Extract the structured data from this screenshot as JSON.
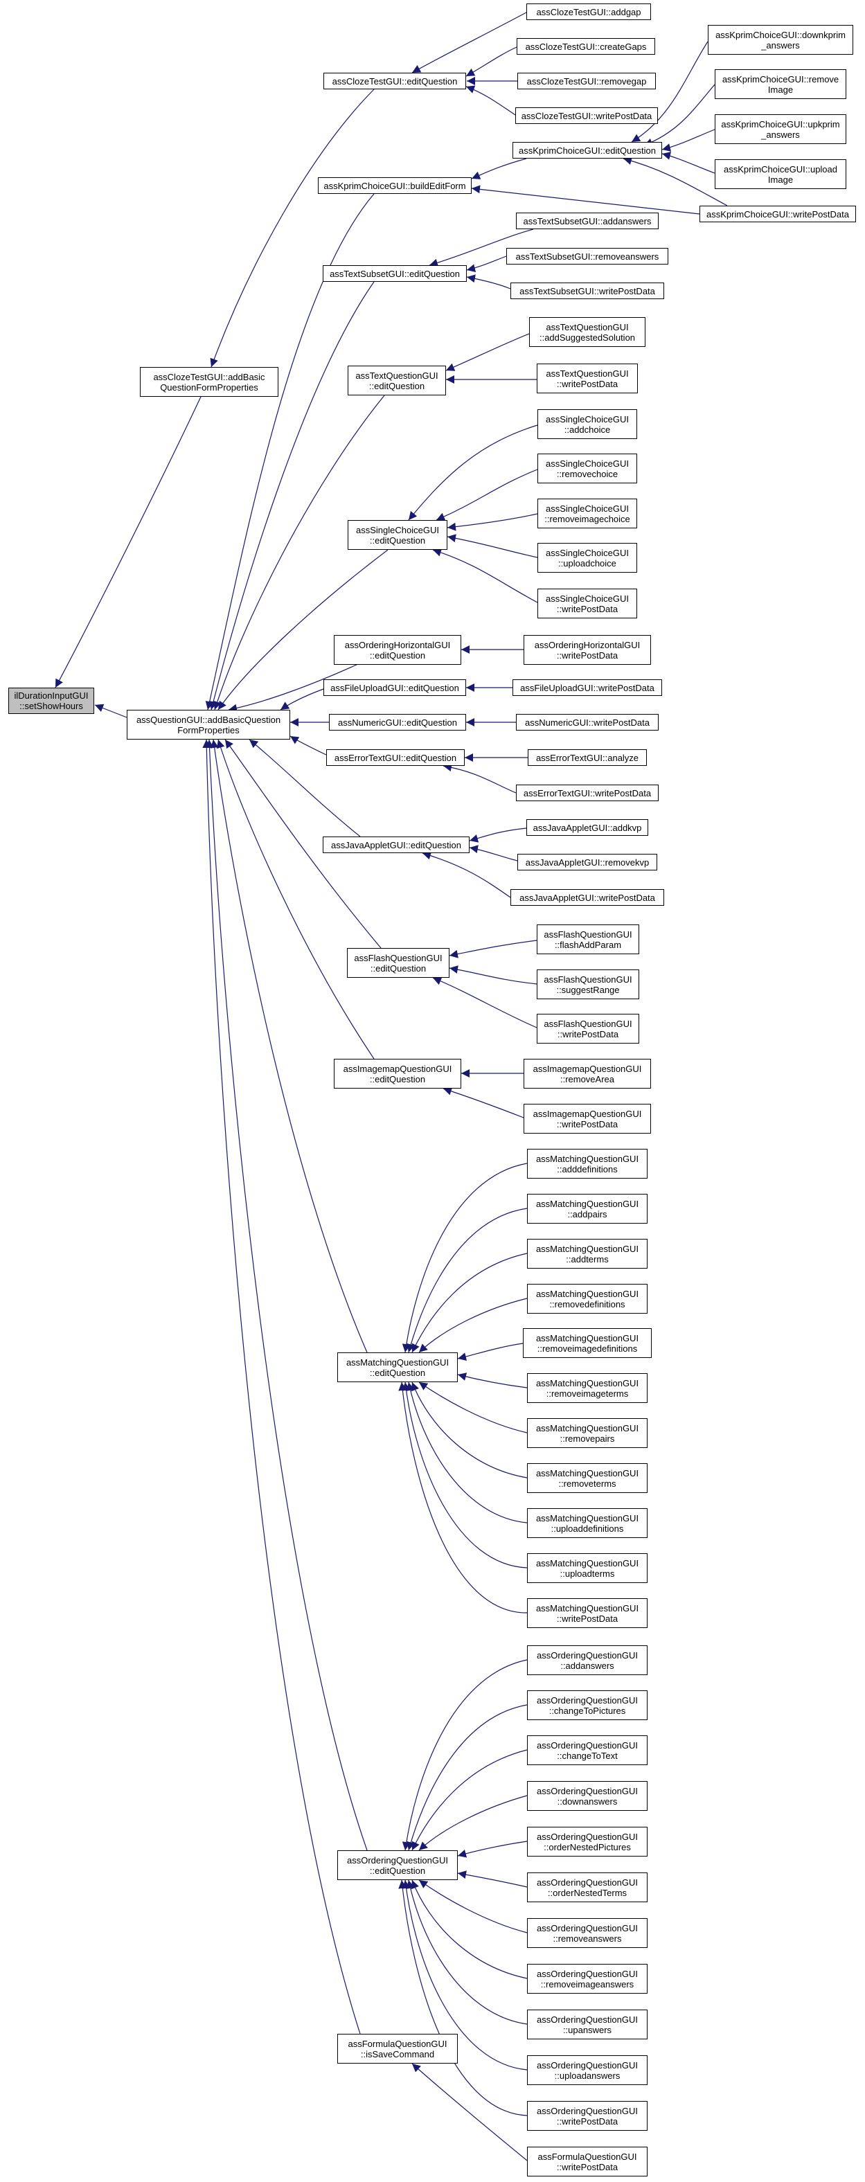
{
  "colors": {
    "edge": "#191970",
    "node_border": "#000000",
    "root_fill": "#bfbfbf",
    "node_fill": "#ffffff"
  },
  "nodes": {
    "n1": "ilDurationInputGUI\n::setShowHours",
    "n2": "assQuestionGUI::addBasicQuestion\nFormProperties",
    "n3": "assClozeTestGUI::addBasic\nQuestionFormProperties",
    "n4": "assClozeTestGUI::editQuestion",
    "n5": "assClozeTestGUI::addgap",
    "n6": "assClozeTestGUI::createGaps",
    "n7": "assClozeTestGUI::removegap",
    "n8": "assClozeTestGUI::writePostData",
    "n9": "assKprimChoiceGUI::buildEditForm",
    "n10": "assKprimChoiceGUI::editQuestion",
    "n11": "assKprimChoiceGUI::downkprim\n_answers",
    "n12": "assKprimChoiceGUI::remove\nImage",
    "n13": "assKprimChoiceGUI::upkprim\n_answers",
    "n14": "assKprimChoiceGUI::upload\nImage",
    "n15": "assKprimChoiceGUI::writePostData",
    "n16": "assTextSubsetGUI::editQuestion",
    "n17": "assTextSubsetGUI::addanswers",
    "n18": "assTextSubsetGUI::removeanswers",
    "n19": "assTextSubsetGUI::writePostData",
    "n20": "assTextQuestionGUI\n::editQuestion",
    "n21": "assTextQuestionGUI\n::addSuggestedSolution",
    "n22": "assTextQuestionGUI\n::writePostData",
    "n23": "assSingleChoiceGUI\n::editQuestion",
    "n24": "assSingleChoiceGUI\n::addchoice",
    "n25": "assSingleChoiceGUI\n::removechoice",
    "n26": "assSingleChoiceGUI\n::removeimagechoice",
    "n27": "assSingleChoiceGUI\n::uploadchoice",
    "n28": "assSingleChoiceGUI\n::writePostData",
    "n29": "assOrderingHorizontalGUI\n::editQuestion",
    "n30": "assOrderingHorizontalGUI\n::writePostData",
    "n31": "assFileUploadGUI::editQuestion",
    "n32": "assFileUploadGUI::writePostData",
    "n33": "assNumericGUI::editQuestion",
    "n34": "assNumericGUI::writePostData",
    "n35": "assErrorTextGUI::editQuestion",
    "n36": "assErrorTextGUI::analyze",
    "n37": "assErrorTextGUI::writePostData",
    "n38": "assJavaAppletGUI::editQuestion",
    "n39": "assJavaAppletGUI::addkvp",
    "n40": "assJavaAppletGUI::removekvp",
    "n41": "assJavaAppletGUI::writePostData",
    "n42": "assFlashQuestionGUI\n::editQuestion",
    "n43": "assFlashQuestionGUI\n::flashAddParam",
    "n44": "assFlashQuestionGUI\n::suggestRange",
    "n45": "assFlashQuestionGUI\n::writePostData",
    "n46": "assImagemapQuestionGUI\n::editQuestion",
    "n47": "assImagemapQuestionGUI\n::removeArea",
    "n48": "assImagemapQuestionGUI\n::writePostData",
    "n49": "assMatchingQuestionGUI\n::editQuestion",
    "n50": "assMatchingQuestionGUI\n::adddefinitions",
    "n51": "assMatchingQuestionGUI\n::addpairs",
    "n52": "assMatchingQuestionGUI\n::addterms",
    "n53": "assMatchingQuestionGUI\n::removedefinitions",
    "n54": "assMatchingQuestionGUI\n::removeimagedefinitions",
    "n55": "assMatchingQuestionGUI\n::removeimageterms",
    "n56": "assMatchingQuestionGUI\n::removepairs",
    "n57": "assMatchingQuestionGUI\n::removeterms",
    "n58": "assMatchingQuestionGUI\n::uploaddefinitions",
    "n59": "assMatchingQuestionGUI\n::uploadterms",
    "n60": "assMatchingQuestionGUI\n::writePostData",
    "n61": "assOrderingQuestionGUI\n::editQuestion",
    "n62": "assOrderingQuestionGUI\n::addanswers",
    "n63": "assOrderingQuestionGUI\n::changeToPictures",
    "n64": "assOrderingQuestionGUI\n::changeToText",
    "n65": "assOrderingQuestionGUI\n::downanswers",
    "n66": "assOrderingQuestionGUI\n::orderNestedPictures",
    "n67": "assOrderingQuestionGUI\n::orderNestedTerms",
    "n68": "assOrderingQuestionGUI\n::removeanswers",
    "n69": "assOrderingQuestionGUI\n::removeimageanswers",
    "n70": "assOrderingQuestionGUI\n::upanswers",
    "n71": "assOrderingQuestionGUI\n::uploadanswers",
    "n72": "assOrderingQuestionGUI\n::writePostData",
    "n73": "assFormulaQuestionGUI\n::isSaveCommand",
    "n74": "assFormulaQuestionGUI\n::writePostData"
  }
}
